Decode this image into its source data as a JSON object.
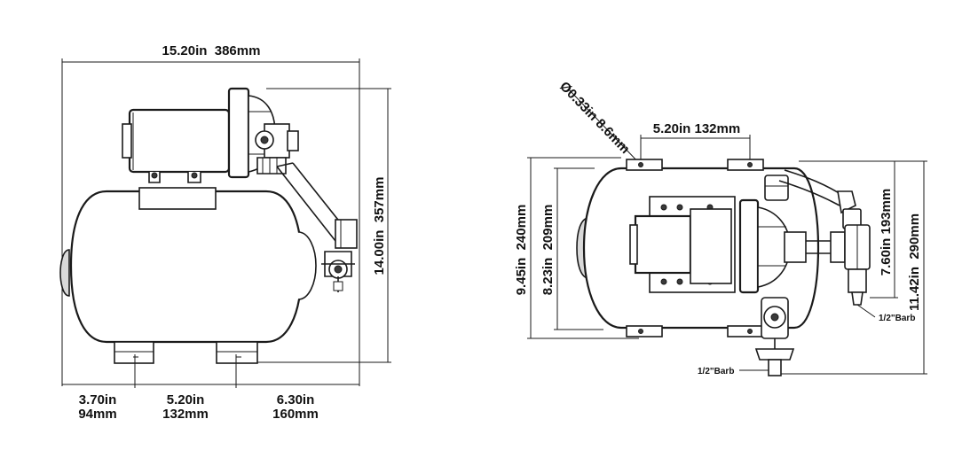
{
  "diagram": {
    "side_view": {
      "width_label": "15.20in  386mm",
      "height_label": "14.00in  357mm",
      "bottom_dims": [
        {
          "in": "3.70in",
          "mm": "94mm"
        },
        {
          "in": "5.20in",
          "mm": "132mm"
        },
        {
          "in": "6.30in",
          "mm": "160mm"
        }
      ]
    },
    "top_view": {
      "hole_label": "Ø0.33in 8.6mm",
      "spacing_label": "5.20in 132mm",
      "depth_outer_label": "9.45in  240mm",
      "depth_inner_label": "8.23in  209mm",
      "height_inner_label": "7.60in 193mm",
      "height_outer_label": "11.42in  290mm",
      "barb_right": "1/2\"Barb",
      "barb_bottom": "1/2\"Barb"
    }
  }
}
